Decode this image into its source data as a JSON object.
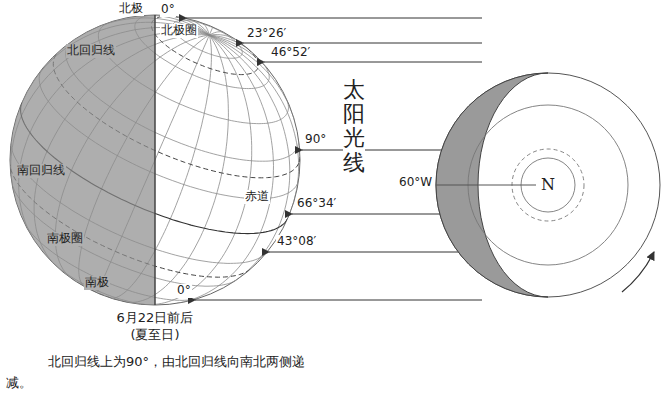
{
  "diagram": {
    "caption": "北回归线上为90°，由北回归线向南北两侧递减。",
    "labels": [
      "北极",
      "0°",
      "北极圈",
      "23°26′",
      "46°52′",
      "太阳光线",
      "北回归线",
      "90°",
      "南回归线",
      "赤道",
      "66°34′",
      "南极圈",
      "43°08′",
      "南极",
      "0°",
      "6月22日前后",
      "(夏至日)",
      "60°W",
      "N"
    ]
  }
}
